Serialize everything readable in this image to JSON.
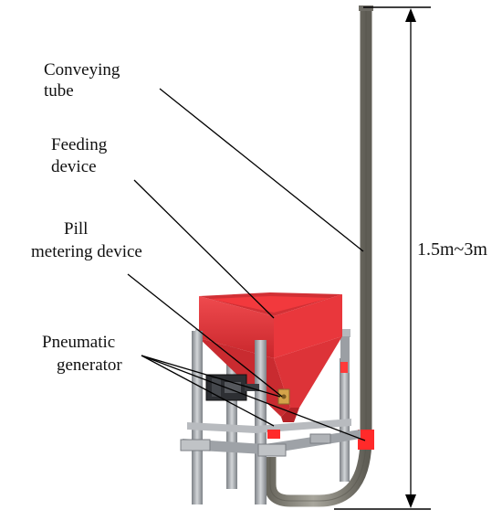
{
  "labels": {
    "conveying_tube": [
      "Conveying",
      "tube"
    ],
    "feeding_device": [
      "Feeding",
      "device"
    ],
    "pill_metering_device": [
      "Pill",
      "metering device"
    ],
    "pneumatic_generator": [
      "Pneumatic",
      "generator"
    ]
  },
  "dimension": {
    "text": "1.5m~3m"
  },
  "colors": {
    "hopper": "#e2373c",
    "hopper_dark": "#b51f25",
    "frame": "#a9adb2",
    "frame_dark": "#6f7378",
    "tube": "#8c8a80",
    "tube_dark": "#5f5d55",
    "accent_red": "#ff2a2a"
  }
}
